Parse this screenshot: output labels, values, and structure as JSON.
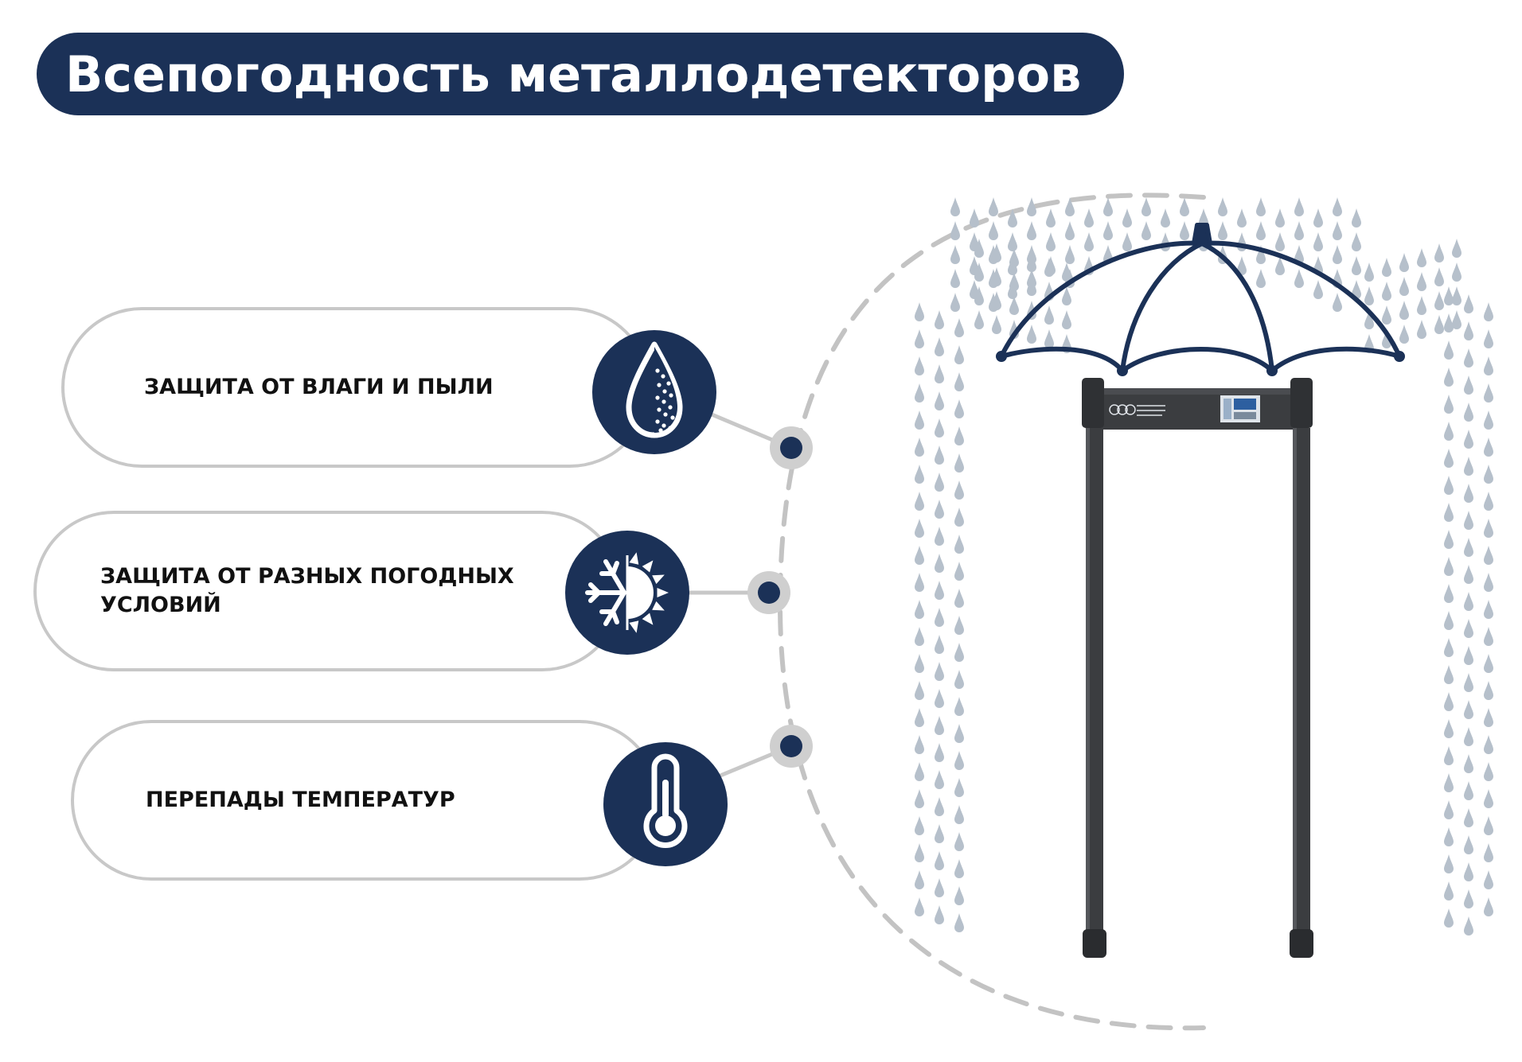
{
  "title": "Всепогодность металлодетекторов",
  "features": [
    {
      "label": "ЗАЩИТА ОТ ВЛАГИ И ПЫЛИ",
      "icon": "water-drop-dust-icon"
    },
    {
      "label": "ЗАЩИТА ОТ РАЗНЫХ ПОГОДНЫХ УСЛОВИЙ",
      "icon": "snowflake-sun-icon"
    },
    {
      "label": "ПЕРЕПАДЫ ТЕМПЕРАТУР",
      "icon": "thermometer-icon"
    }
  ],
  "illustration": {
    "objects": [
      "rain-drops",
      "umbrella-icon",
      "walk-through-metal-detector"
    ]
  },
  "colors": {
    "navy": "#1b3157",
    "pill_border": "#c8c8c8",
    "dashed_arc": "#c3c3c3",
    "rain": "#b6c0cb",
    "detector_body": "#3b3d40"
  }
}
